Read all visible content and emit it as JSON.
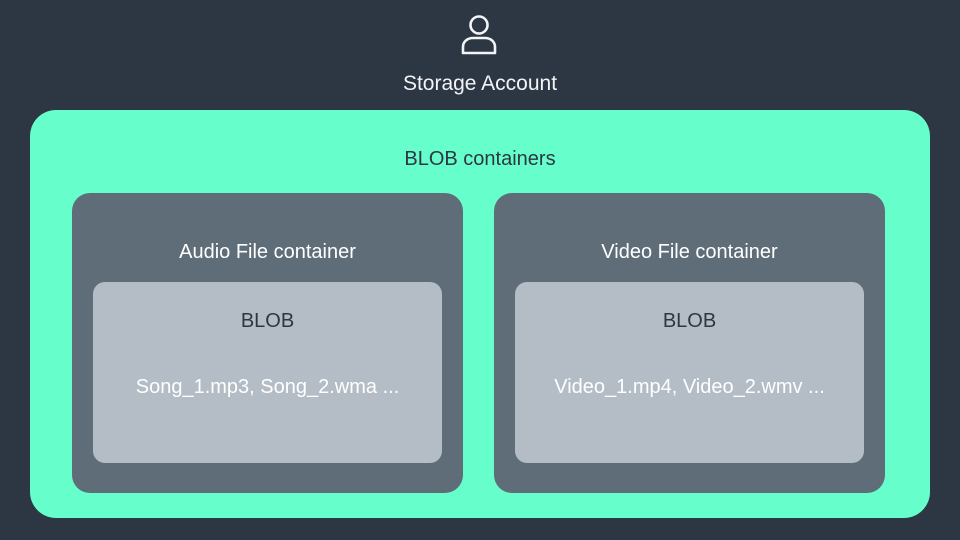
{
  "header": {
    "icon": "user-icon",
    "title": "Storage Account"
  },
  "storage": {
    "title": "BLOB containers",
    "containers": [
      {
        "title": "Audio File container",
        "blob": {
          "label": "BLOB",
          "files": "Song_1.mp3, Song_2.wma ..."
        }
      },
      {
        "title": "Video File container",
        "blob": {
          "label": "BLOB",
          "files": "Video_1.mp4, Video_2.wmv ..."
        }
      }
    ]
  },
  "colors": {
    "background": "#2d3643",
    "accent": "#66ffcc",
    "container": "#5f6d79",
    "blob": "#b4bdc6"
  }
}
